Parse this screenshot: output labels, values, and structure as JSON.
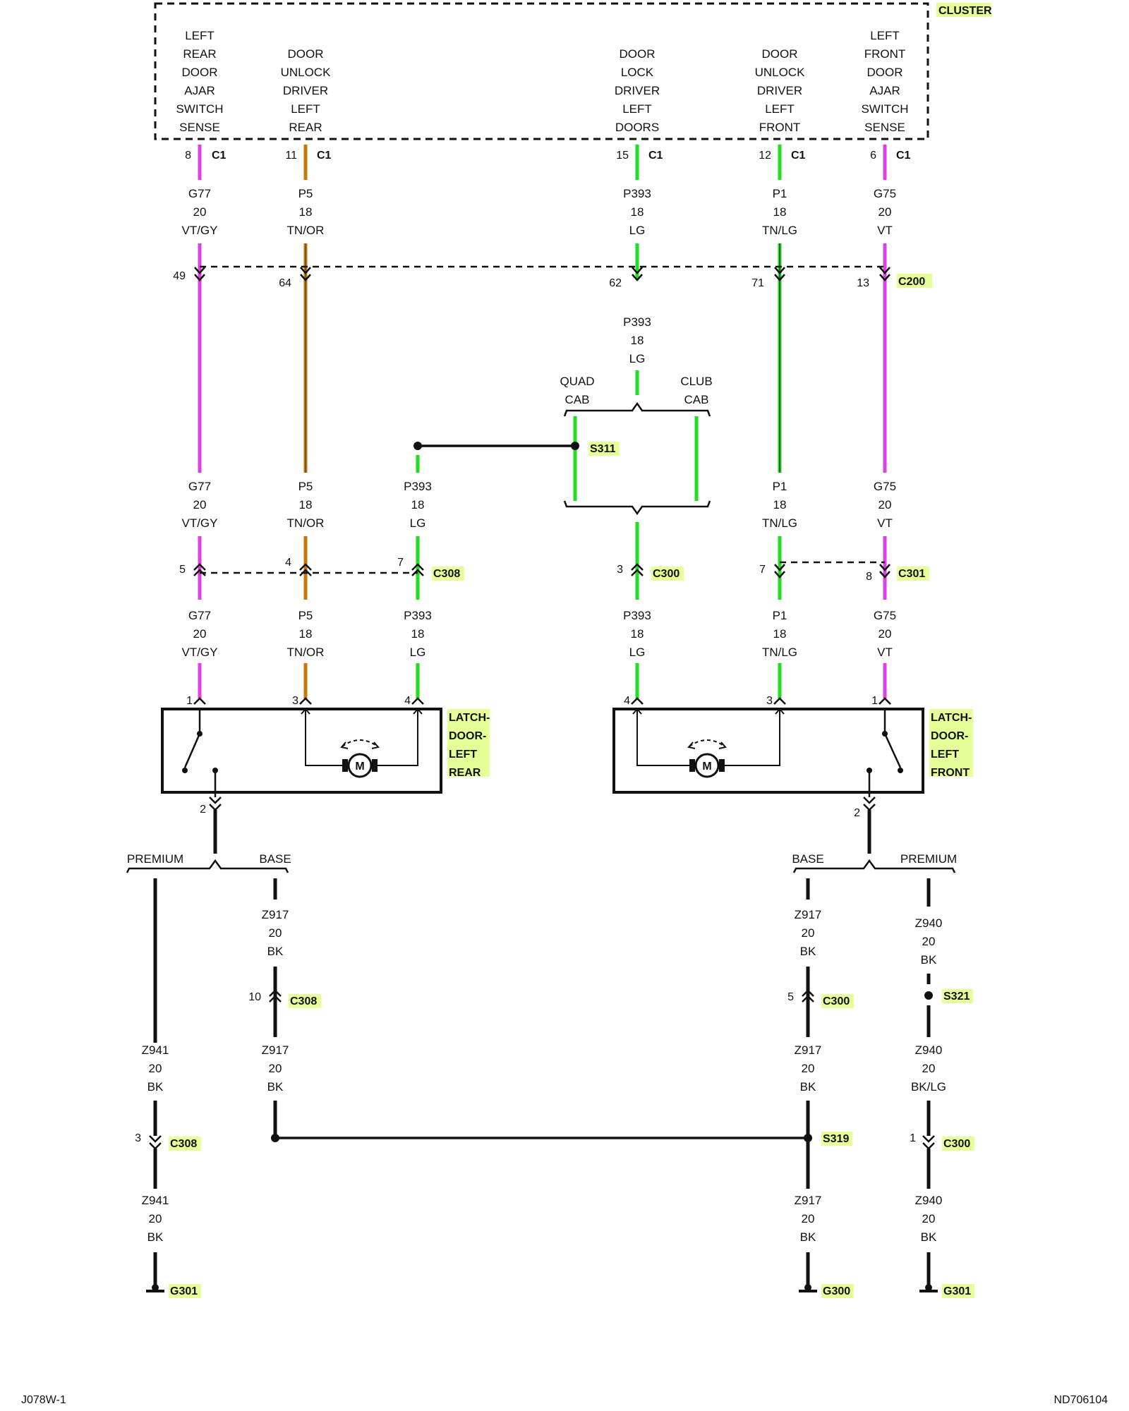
{
  "colors": {
    "violet": "#e040e0",
    "tan": "#c8780a",
    "light_green": "#22dd22",
    "black": "#111111",
    "highlight": "#e6ff99"
  },
  "cluster": {
    "title": "CLUSTER",
    "functions": [
      {
        "lines": [
          "LEFT",
          "REAR",
          "DOOR",
          "AJAR",
          "SWITCH",
          "SENSE"
        ]
      },
      {
        "lines": [
          "DOOR",
          "UNLOCK",
          "DRIVER",
          "LEFT",
          "REAR"
        ]
      },
      {
        "lines": [
          "DOOR",
          "LOCK",
          "DRIVER",
          "LEFT",
          "DOORS"
        ]
      },
      {
        "lines": [
          "DOOR",
          "UNLOCK",
          "DRIVER",
          "LEFT",
          "FRONT"
        ]
      },
      {
        "lines": [
          "LEFT",
          "FRONT",
          "DOOR",
          "AJAR",
          "SWITCH",
          "SENSE"
        ]
      }
    ],
    "pins": [
      {
        "pin": "8",
        "conn": "C1"
      },
      {
        "pin": "11",
        "conn": "C1"
      },
      {
        "pin": "15",
        "conn": "C1"
      },
      {
        "pin": "12",
        "conn": "C1"
      },
      {
        "pin": "6",
        "conn": "C1"
      }
    ]
  },
  "wire_labels": {
    "g77": [
      "G77",
      "20",
      "VT/GY"
    ],
    "p5": [
      "P5",
      "18",
      "TN/OR"
    ],
    "p393": [
      "P393",
      "18",
      "LG"
    ],
    "p1": [
      "P1",
      "18",
      "TN/LG"
    ],
    "g75": [
      "G75",
      "20",
      "VT"
    ],
    "z917": [
      "Z917",
      "20",
      "BK"
    ],
    "z941": [
      "Z941",
      "20",
      "BK"
    ],
    "z940": [
      "Z940",
      "20",
      "BK"
    ],
    "z940b": [
      "Z940",
      "20",
      "BK/LG"
    ]
  },
  "connectors": {
    "c200": "C200",
    "c308": "C308",
    "c300": "C300",
    "c301": "C301",
    "s311": "S311",
    "s319": "S319",
    "s321": "S321",
    "g300": "G300",
    "g301": "G301"
  },
  "c200_pins": [
    "49",
    "64",
    "62",
    "71",
    "13"
  ],
  "c308_pins": [
    "5",
    "4",
    "7"
  ],
  "c300_pin": "3",
  "c301_pins": [
    "7",
    "8"
  ],
  "options": {
    "quad": [
      "QUAD",
      "CAB"
    ],
    "club": [
      "CLUB",
      "CAB"
    ],
    "premium": "PREMIUM",
    "base": "BASE"
  },
  "latch_left_rear": {
    "label": [
      "LATCH-",
      "DOOR-",
      "LEFT",
      "REAR"
    ],
    "pins": [
      "1",
      "3",
      "4",
      "2"
    ]
  },
  "latch_left_front": {
    "label": [
      "LATCH-",
      "DOOR-",
      "LEFT",
      "FRONT"
    ],
    "pins": [
      "4",
      "3",
      "1",
      "2"
    ]
  },
  "ground_pins": {
    "c308_10": "10",
    "c308_3": "3",
    "c300_5": "5",
    "c300_1": "1"
  },
  "motor_label": "M",
  "footer": {
    "left": "J078W-1",
    "right": "ND706104"
  }
}
